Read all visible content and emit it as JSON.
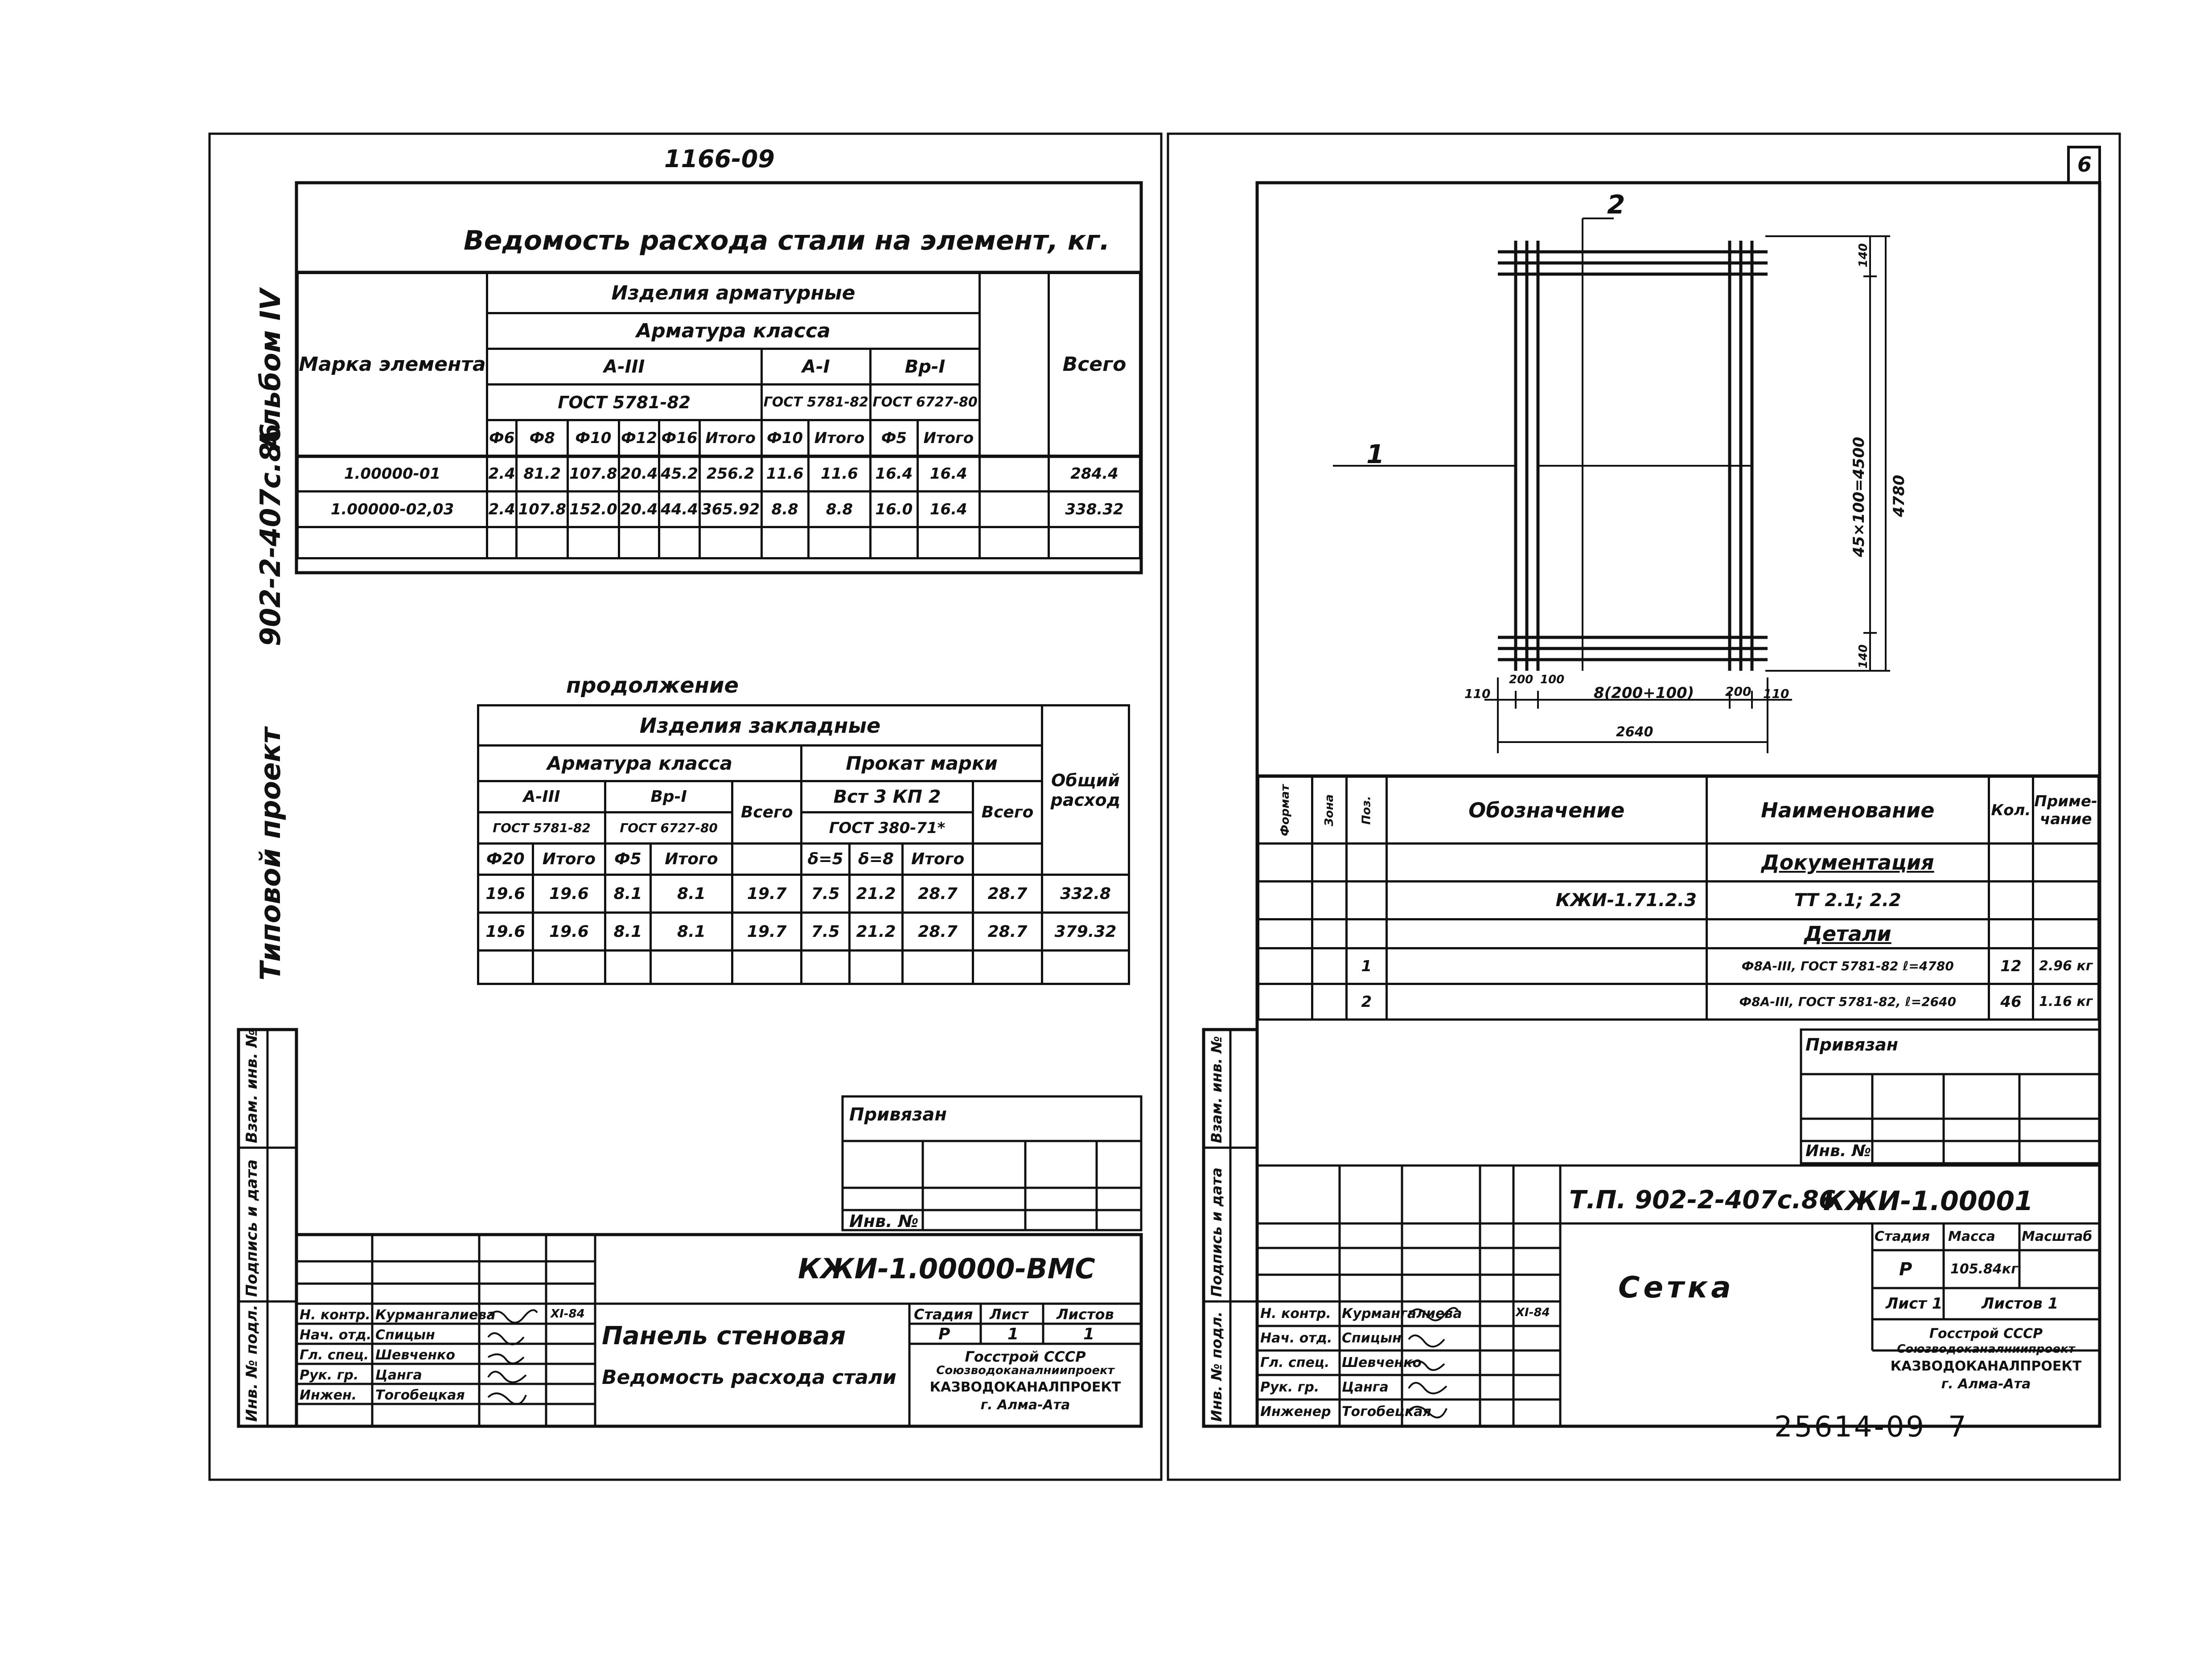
{
  "header_code": "1166-09",
  "left_sheet": {
    "side_title": [
      "902-2-407с.86",
      "Альбом IV",
      "Типовой проект"
    ],
    "table1": {
      "title": "Ведомость расхода стали на элемент, кг.",
      "h_marka": "Марка элемента",
      "h_izdeliya": "Изделия арматурные",
      "h_armatura": "Арматура класса",
      "h_vsego": "Всего",
      "classes": [
        "А-III",
        "А-I",
        "Вр-I"
      ],
      "gost": [
        "ГОСТ 5781-82",
        "ГОСТ 5781-82",
        "ГОСТ 6727-80"
      ],
      "cols": [
        "Ф6",
        "Ф8",
        "Ф10",
        "Ф12",
        "Ф16",
        "Итого",
        "Ф10",
        "Итого",
        "Ф5",
        "Итого"
      ],
      "rows": [
        [
          "1.00000-01",
          "2.4",
          "81.2",
          "107.8",
          "20.4",
          "45.2",
          "256.2",
          "11.6",
          "11.6",
          "16.4",
          "16.4",
          "284.4"
        ],
        [
          "1.00000-02,03",
          "2.4",
          "107.8",
          "152.0",
          "20.4",
          "44.4",
          "365.92",
          "8.8",
          "8.8",
          "16.0",
          "16.4",
          "338.32"
        ]
      ]
    },
    "table2": {
      "continuation": "продолжение",
      "h_izdeliya": "Изделия закладные",
      "h_armatura": "Арматура класса",
      "h_prokat": "Прокат марки",
      "h_obshiy": "Общий расход",
      "class1": "А-III",
      "class2": "Вр-I",
      "gost1": "ГОСТ 5781-82",
      "gost2": "ГОСТ 6727-80",
      "h_vsego": "Всего",
      "steel": "Вст 3 КП 2",
      "steel_gost": "ГОСТ 380-71*",
      "cols": [
        "Ф20",
        "Итого",
        "Ф5",
        "Итого",
        "δ=5",
        "δ=8",
        "Итого"
      ],
      "rows": [
        [
          "19.6",
          "19.6",
          "8.1",
          "8.1",
          "19.7",
          "7.5",
          "21.2",
          "28.7",
          "28.7",
          "332.8"
        ],
        [
          "19.6",
          "19.6",
          "8.1",
          "8.1",
          "19.7",
          "7.5",
          "21.2",
          "28.7",
          "28.7",
          "379.32"
        ]
      ]
    },
    "privyazan": "Привязан",
    "inv_no": "Инв. №",
    "side_stamp": [
      "Инв. № подл.",
      "Подпись и дата",
      "Взам. инв. №"
    ],
    "stamp": {
      "doc_code": "КЖИ-1.00000-ВМС",
      "roles": [
        "Н. контр.",
        "Нач. отд.",
        "Гл. спец.",
        "Рук. гр.",
        "Инжен."
      ],
      "names": [
        "Курмангалиева",
        "Спицын",
        "Шевченко",
        "Цанга",
        "Тогобецкая"
      ],
      "date": "XI-84",
      "title1": "Панель стеновая",
      "title2": "Ведомость расхода стали",
      "h_stadiya": "Стадия",
      "h_list": "Лист",
      "h_listov": "Листов",
      "stadiya": "Р",
      "list": "1",
      "listov": "1",
      "org": [
        "Госстрой СССР",
        "Союзводоканалниипроект",
        "КАЗВОДОКАНАЛПРОЕКТ",
        "г. Алма-Ата"
      ]
    }
  },
  "right_sheet": {
    "sheet_no": "6",
    "drawing": {
      "callout1": "1",
      "callout2": "2",
      "dim_vertical": "45×100=4500",
      "dim_total_v": "4780",
      "dim_top": "140",
      "dim_bottom": "140",
      "dim_bottom_chain": [
        "110",
        "200",
        "100",
        "8(200+100)",
        "200",
        "110"
      ],
      "dim_total_h": "2640"
    },
    "spec": {
      "headers": [
        "Формат",
        "Зона",
        "Поз.",
        "Обозначение",
        "Наименование",
        "Кол.",
        "Приме-чание"
      ],
      "sec1": "Документация",
      "doc_code": "КЖИ-1.71.2.3",
      "doc_name": "ТТ 2.1; 2.2",
      "sec2": "Детали",
      "items": [
        {
          "pos": "1",
          "name": "Ф8А-III, ГОСТ 5781-82  ℓ=4780",
          "qty": "12",
          "note": "2.96 кг"
        },
        {
          "pos": "2",
          "name": "Ф8А-III, ГОСТ 5781-82, ℓ=2640",
          "qty": "46",
          "note": "1.16 кг"
        }
      ]
    },
    "privyazan": "Привязан",
    "inv_no": "Инв. №",
    "side_stamp": [
      "Инв. № подл.",
      "Подпись и дата",
      "Взам. инв. №"
    ],
    "stamp": {
      "project": "Т.П. 902-2-407с.86",
      "doc_code": "КЖИ-1.00001",
      "title": "Сетка",
      "roles": [
        "Н. контр.",
        "Нач. отд.",
        "Гл. спец.",
        "Рук. гр.",
        "Инженер"
      ],
      "names": [
        "Курмангалиева",
        "Спицын",
        "Шевченко",
        "Цанга",
        "Тогобецкая"
      ],
      "date": "XI-84",
      "h_stadiya": "Стадия",
      "h_massa": "Масса",
      "h_masshtab": "Масштаб",
      "stadiya": "Р",
      "massa": "105.84кг",
      "list": "Лист 1",
      "listov": "Листов 1",
      "org": [
        "Госстрой СССР",
        "Союзводоканалниипроект",
        "КАЗВОДОКАНАЛПРОЕКТ",
        "г. Алма-Ата"
      ]
    }
  },
  "footer_code": "25614-09",
  "footer_page": "7"
}
